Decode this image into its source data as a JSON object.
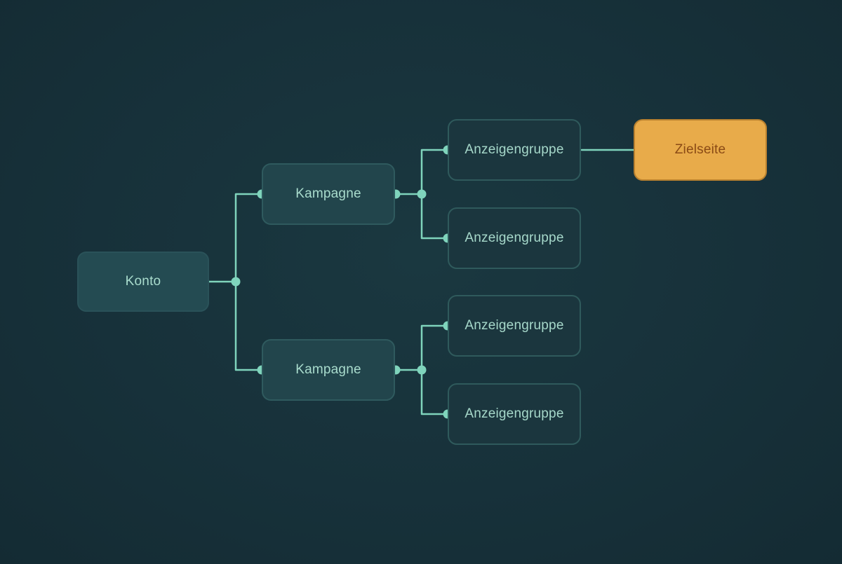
{
  "diagram": {
    "colors": {
      "background": "#17313a",
      "connector": "#7fd4bc",
      "node_text": "#a9dccd",
      "landing_fill": "#e8ab4a",
      "landing_text": "#8a4a15"
    },
    "root": {
      "label": "Konto"
    },
    "campaigns": [
      {
        "label": "Kampagne"
      },
      {
        "label": "Kampagne"
      }
    ],
    "ad_groups": [
      {
        "label": "Anzeigengruppe"
      },
      {
        "label": "Anzeigengruppe"
      },
      {
        "label": "Anzeigengruppe"
      },
      {
        "label": "Anzeigengruppe"
      }
    ],
    "landing_page": {
      "label": "Zielseite"
    }
  }
}
